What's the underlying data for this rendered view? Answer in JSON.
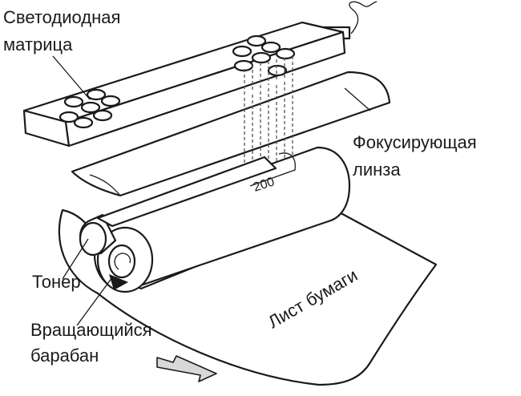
{
  "labels": {
    "led_matrix_line1": "Светодиодная",
    "led_matrix_line2": "матрица",
    "lens_line1": "Фокусирующая",
    "lens_line2": "линза",
    "toner": "Тонер",
    "drum_line1": "Вращающийся",
    "drum_line2": "барабан",
    "paper": "Лист бумаги",
    "drum_mark": "200"
  },
  "colors": {
    "stroke": "#1a1a1a",
    "background": "#ffffff",
    "arrow_fill": "#d8d8d8"
  }
}
